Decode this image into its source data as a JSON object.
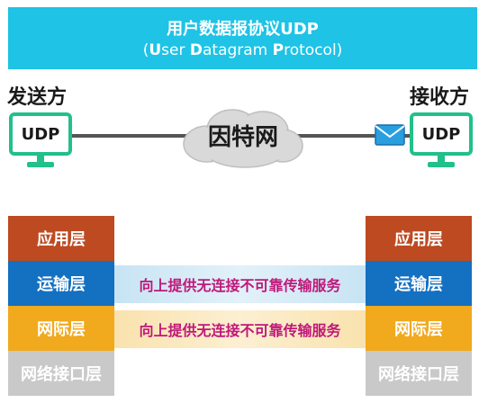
{
  "banner": {
    "title": "用户数据报协议UDP",
    "subtitle_open": "(",
    "subtitle_u": "U",
    "subtitle_ser": "ser ",
    "subtitle_d": "D",
    "subtitle_atagram": "atagram ",
    "subtitle_p": "P",
    "subtitle_rotocol": "rotocol)"
  },
  "sender": {
    "label": "发送方",
    "screen_text": "UDP"
  },
  "receiver": {
    "label": "接收方",
    "screen_text": "UDP"
  },
  "network": {
    "label": "因特网"
  },
  "layers": {
    "left": [
      "应用层",
      "运输层",
      "网际层",
      "网络接口层"
    ],
    "right": [
      "应用层",
      "运输层",
      "网际层",
      "网络接口层"
    ]
  },
  "service_bands": {
    "transport": "向上提供无连接不可靠传输服务",
    "internet": "向上提供无连接不可靠传输服务"
  },
  "colors": {
    "banner": "#1ec3e6",
    "monitor": "#22c08a",
    "application": "#bd4a21",
    "transport": "#1470c1",
    "internet": "#f1a91d",
    "link": "#c9c9c9",
    "service_text": "#c0187a"
  },
  "icons": [
    "computer-icon",
    "cloud-icon",
    "envelope-icon"
  ]
}
